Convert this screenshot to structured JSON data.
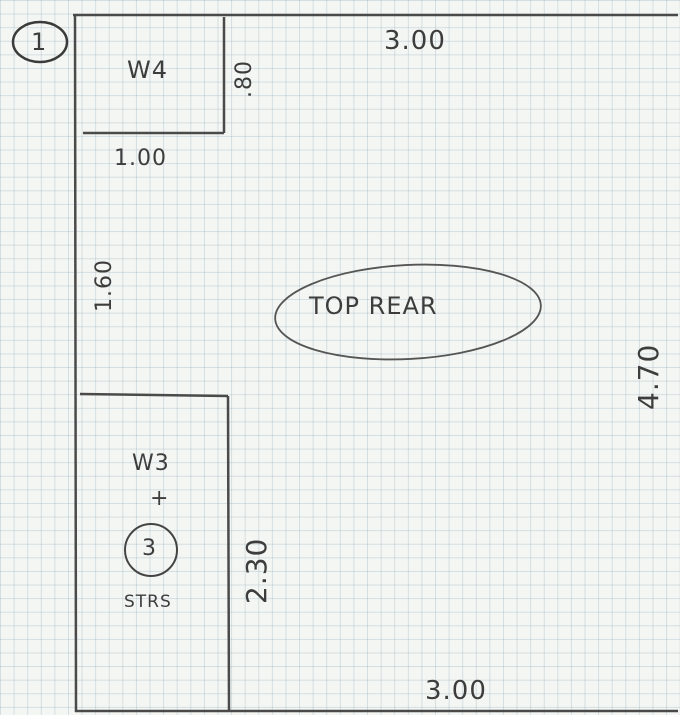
{
  "sheet": {
    "number": "1",
    "top_width": "3.00",
    "bottom_width": "3.00",
    "height": "4.70"
  },
  "w4": {
    "name": "W4",
    "depth": ".80",
    "width": "1.00"
  },
  "corridor": {
    "length": "1.60"
  },
  "area": {
    "name": "TOP REAR"
  },
  "w3": {
    "name": "W3",
    "plus": "+",
    "stairs_number": "3",
    "stairs_label": "STRS",
    "length": "2.30"
  }
}
